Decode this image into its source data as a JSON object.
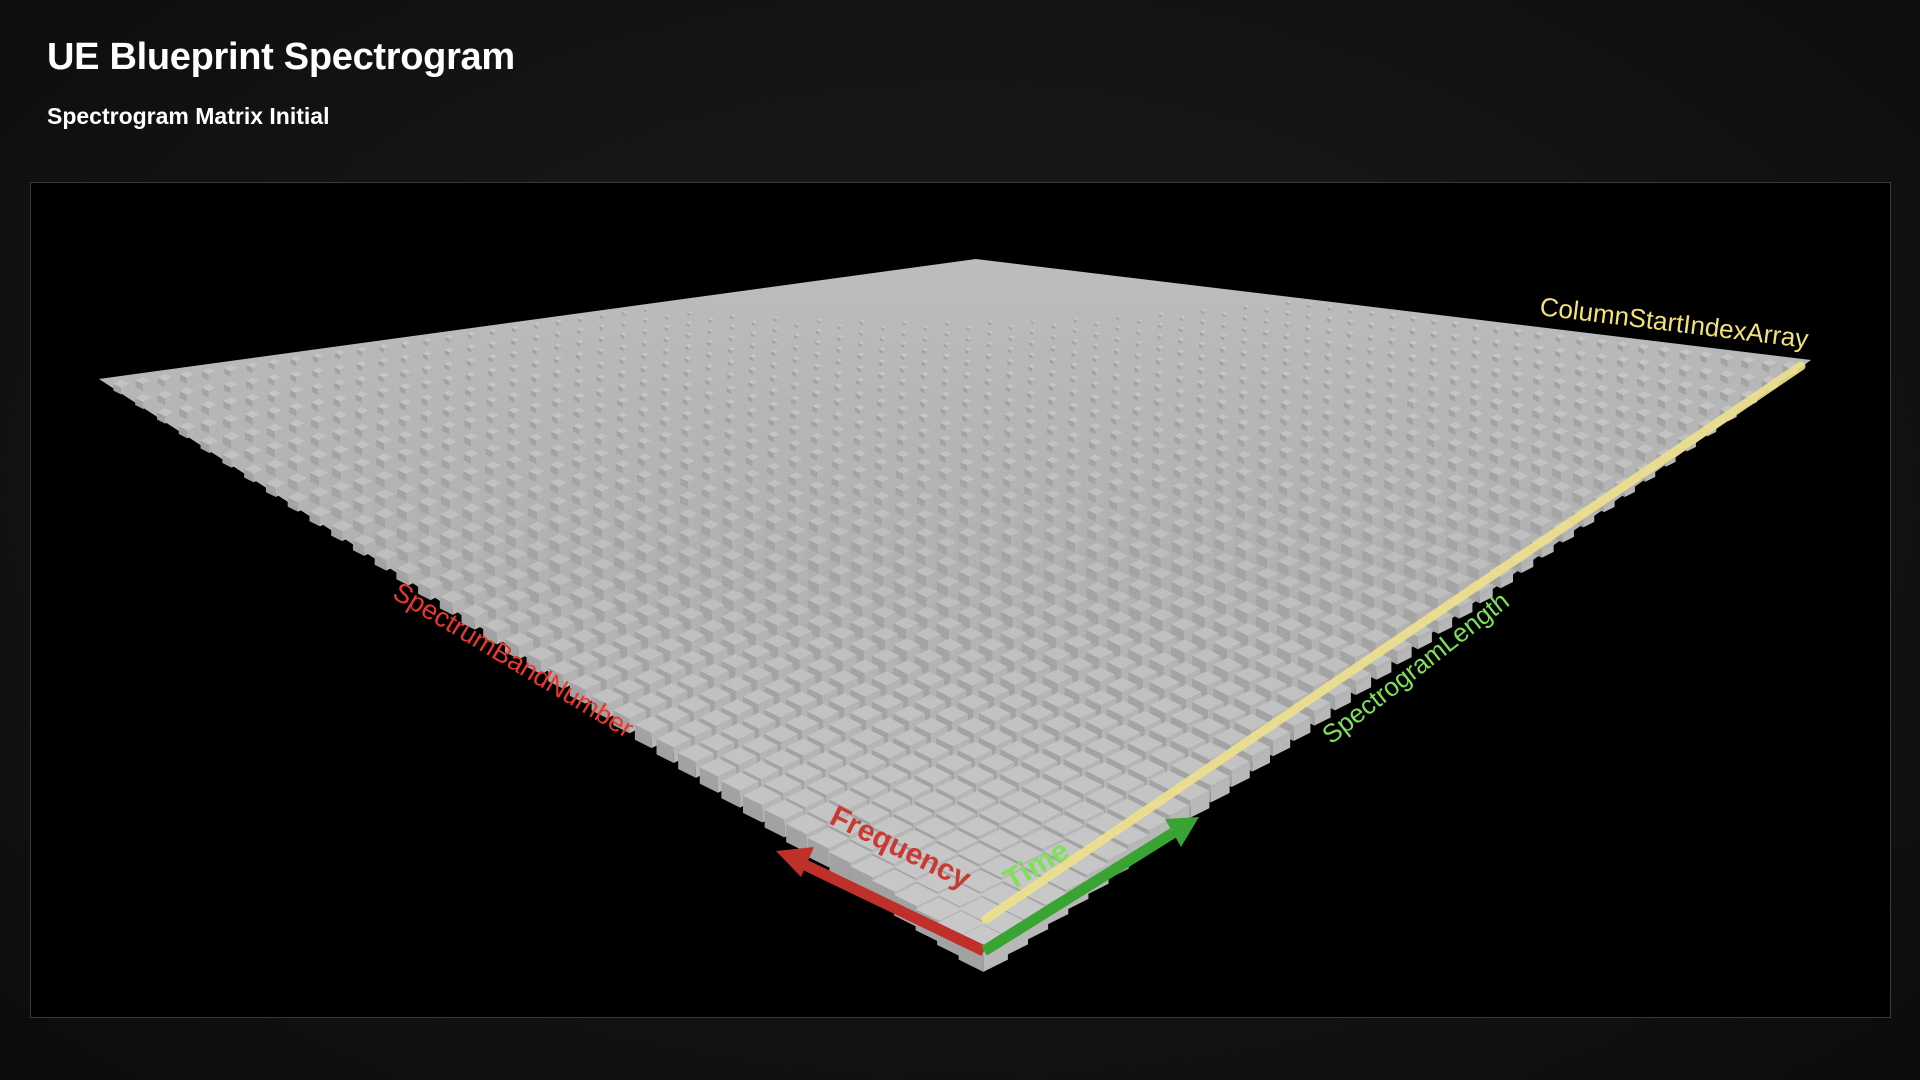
{
  "header": {
    "title": "UE Blueprint Spectrogram",
    "subtitle": "Spectrogram Matrix Initial"
  },
  "scene": {
    "labels": {
      "spectrum_band_number": "SpectrumBandNumber",
      "column_start_index_array": "ColumnStartIndexArray",
      "spectrogram_length": "SpectrogramLength",
      "frequency": "Frequency",
      "time": "Time"
    },
    "colors": {
      "frequency_axis": "#c0302a",
      "time_axis": "#3aa432",
      "column_start_line": "#ece08c",
      "spectrum_label": "#e8392f",
      "column_label": "#f2e277",
      "length_label": "#7fe05a",
      "cube": "#b4b4b4",
      "background": "#000000"
    }
  }
}
